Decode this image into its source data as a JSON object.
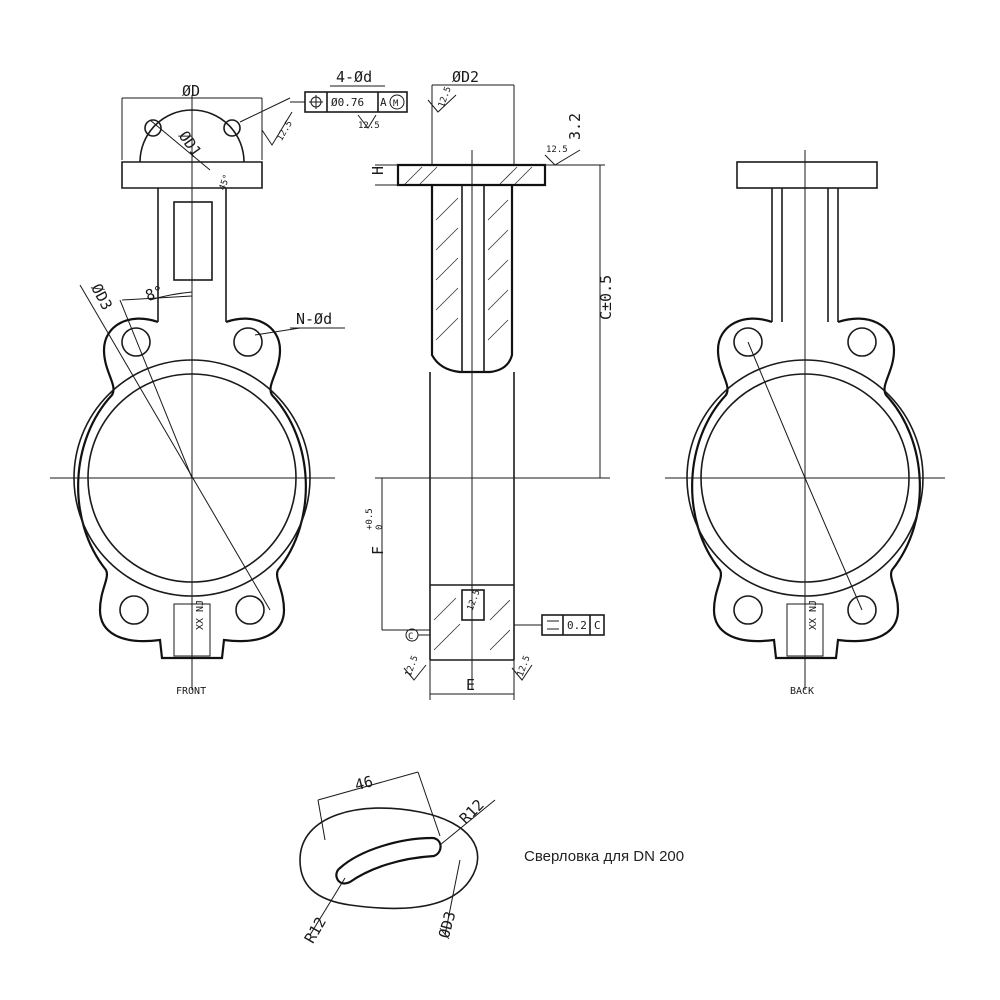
{
  "front": {
    "d_label": "ØD",
    "d1_label": "ØD1",
    "d3_label": "ØD3",
    "holes4_label": "4-Ød",
    "tol_pos": "Ø0.76",
    "datum_a": "A",
    "mmc": "M",
    "nholes_label": "N-Ød",
    "angle_label": "8°",
    "angle45_label": "45°",
    "rough_top": "12.5",
    "rough_flange": "12.5",
    "stamp": "XX NJ",
    "view_label": "FRONT"
  },
  "side": {
    "d2_label": "ØD2",
    "rough_d2": "12.5",
    "roughness_val": "3.2",
    "rough_side": "12.5",
    "h_label": "H",
    "c_label": "C±0.5",
    "f_label": "F",
    "f_tol": "+0.5",
    "f_tol2": "0",
    "e_label": "E",
    "datum_c": "C",
    "flat_val": "0.2",
    "flat_datum": "C",
    "rough_bot_l": "12.5",
    "rough_bot_r": "12.5",
    "rough_bore": "12.5"
  },
  "back": {
    "stamp": "XX NJ",
    "view_label": "BACK"
  },
  "detail": {
    "width_label": "46",
    "r_top": "R12",
    "r_bot": "R12",
    "d3_label": "ØD3",
    "caption": "Сверловка для DN 200"
  }
}
